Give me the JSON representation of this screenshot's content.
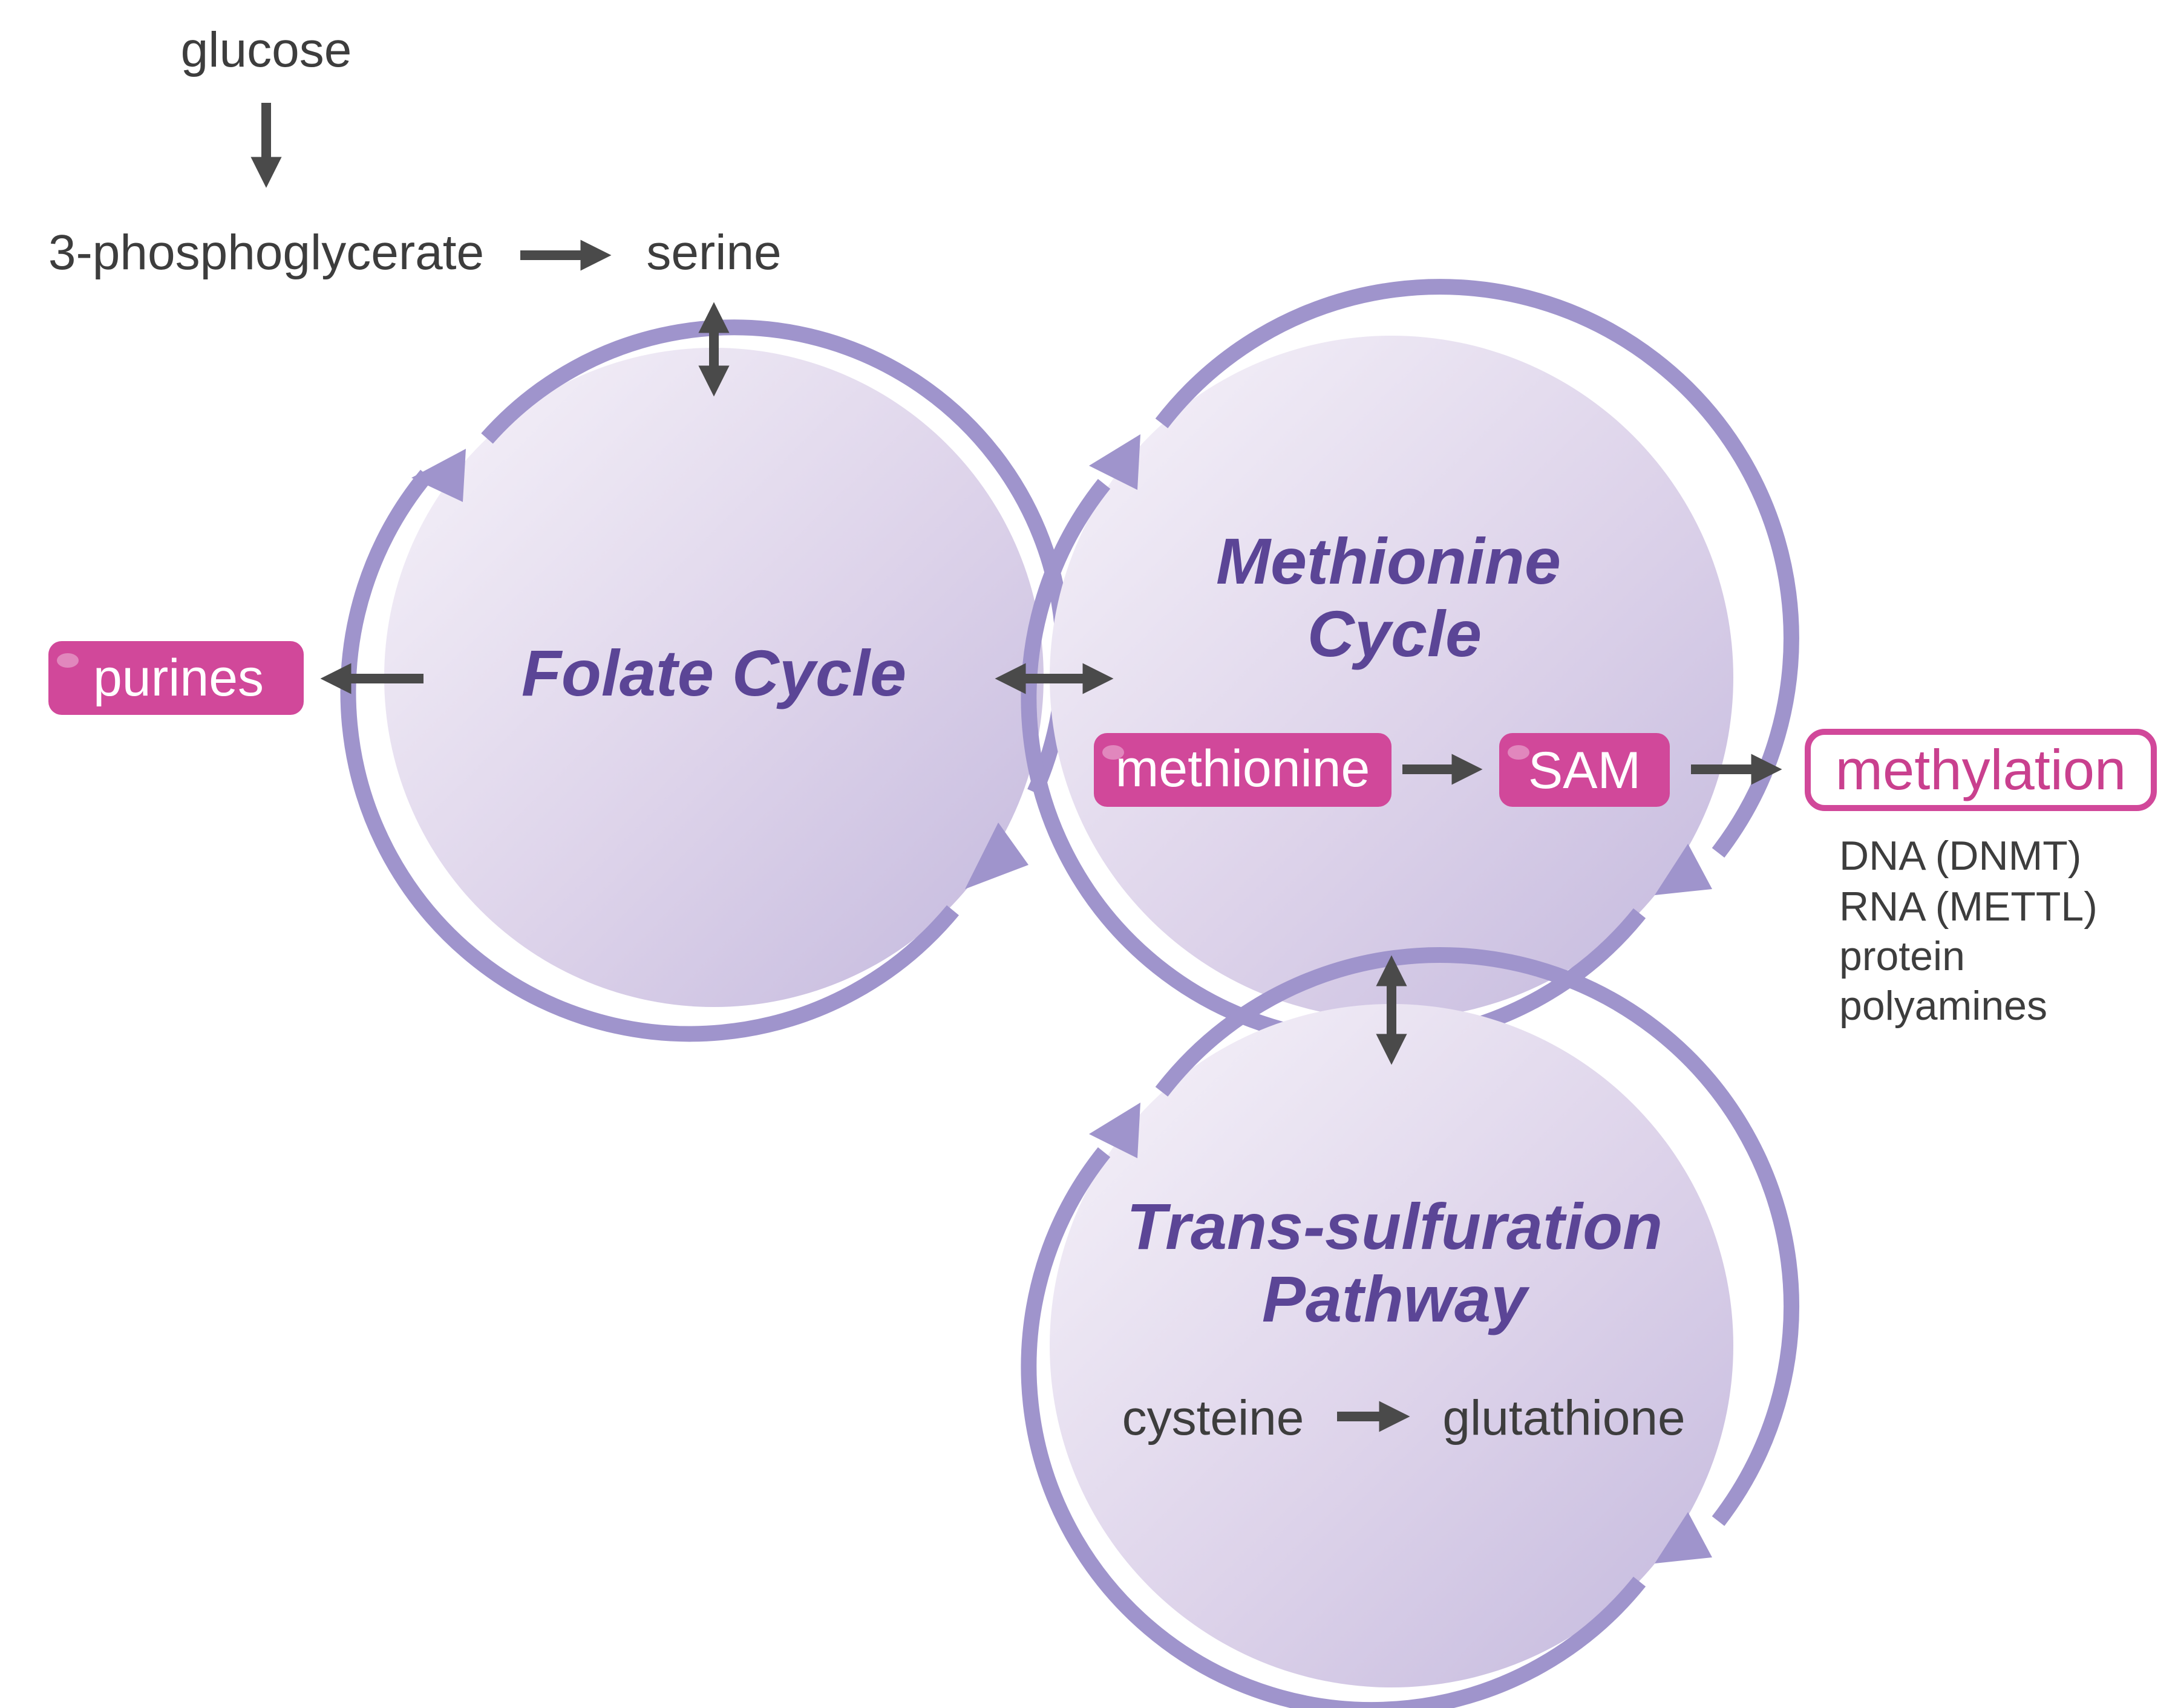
{
  "colors": {
    "cycle_ring": "#9f94cc",
    "cycle_fill_light": "#f5f2f9",
    "cycle_fill_dark": "#c8bde0",
    "title": "#5b4596",
    "pill": "#d1489a",
    "arrow": "#4a4a4a",
    "text": "#3d3d3d"
  },
  "pathway": {
    "glucose": "glucose",
    "phosphoglycerate": "3-phosphoglycerate",
    "serine": "serine"
  },
  "cycles": {
    "folate": {
      "title": "Folate Cycle"
    },
    "methionine": {
      "title_line1": "Methionine",
      "title_line2": "Cycle"
    },
    "transsulfuration": {
      "title_line1": "Trans-sulfuration",
      "title_line2": "Pathway",
      "from": "cysteine",
      "to": "glutathione"
    }
  },
  "products": {
    "purines": "purines",
    "methionine": "methionine",
    "sam": "SAM",
    "methylation": "methylation"
  },
  "methylation_targets": [
    "DNA (DNMT)",
    "RNA (METTL)",
    "protein",
    "polyamines"
  ]
}
